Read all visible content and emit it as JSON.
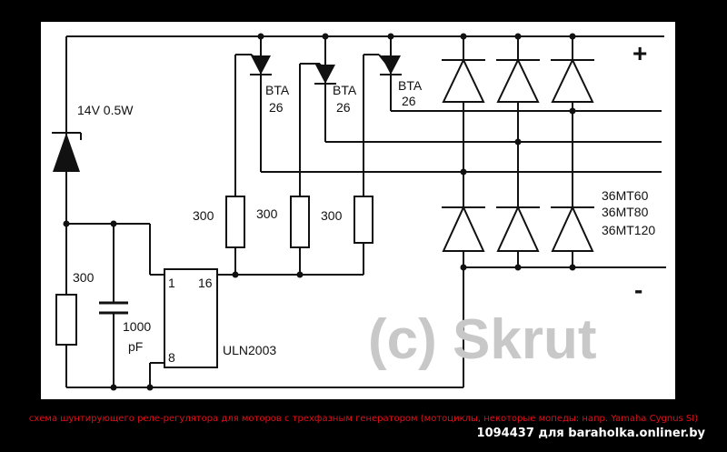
{
  "schematic": {
    "zener_label": "14V 0.5W",
    "thyristors": [
      {
        "label": "BTA",
        "sub": "26"
      },
      {
        "label": "BTA",
        "sub": "26"
      },
      {
        "label": "BTA",
        "sub": "26"
      }
    ],
    "resistors": [
      "300",
      "300",
      "300",
      "300"
    ],
    "capacitor_value": "1000",
    "capacitor_unit": "pF",
    "ic_name": "ULN2003",
    "ic_pins": {
      "p1": "1",
      "p16": "16",
      "p8": "8"
    },
    "diode_models": [
      "36MT60",
      "36MT80",
      "36MT120"
    ],
    "plus_sign": "+",
    "minus_sign": "-",
    "watermark": "(c) Skrut"
  },
  "caption": "схема шунтирующего реле-регулятора для моторов с трехфазным генератором (мотоциклы, некоторые мопеды: напр. Yamaha Cygnus SI)",
  "footer": "1094437 для baraholka.onliner.by",
  "colors": {
    "background": "#000000",
    "caption": "#e0101a",
    "ink": "#111111",
    "watermark": "#c8c8c8"
  }
}
